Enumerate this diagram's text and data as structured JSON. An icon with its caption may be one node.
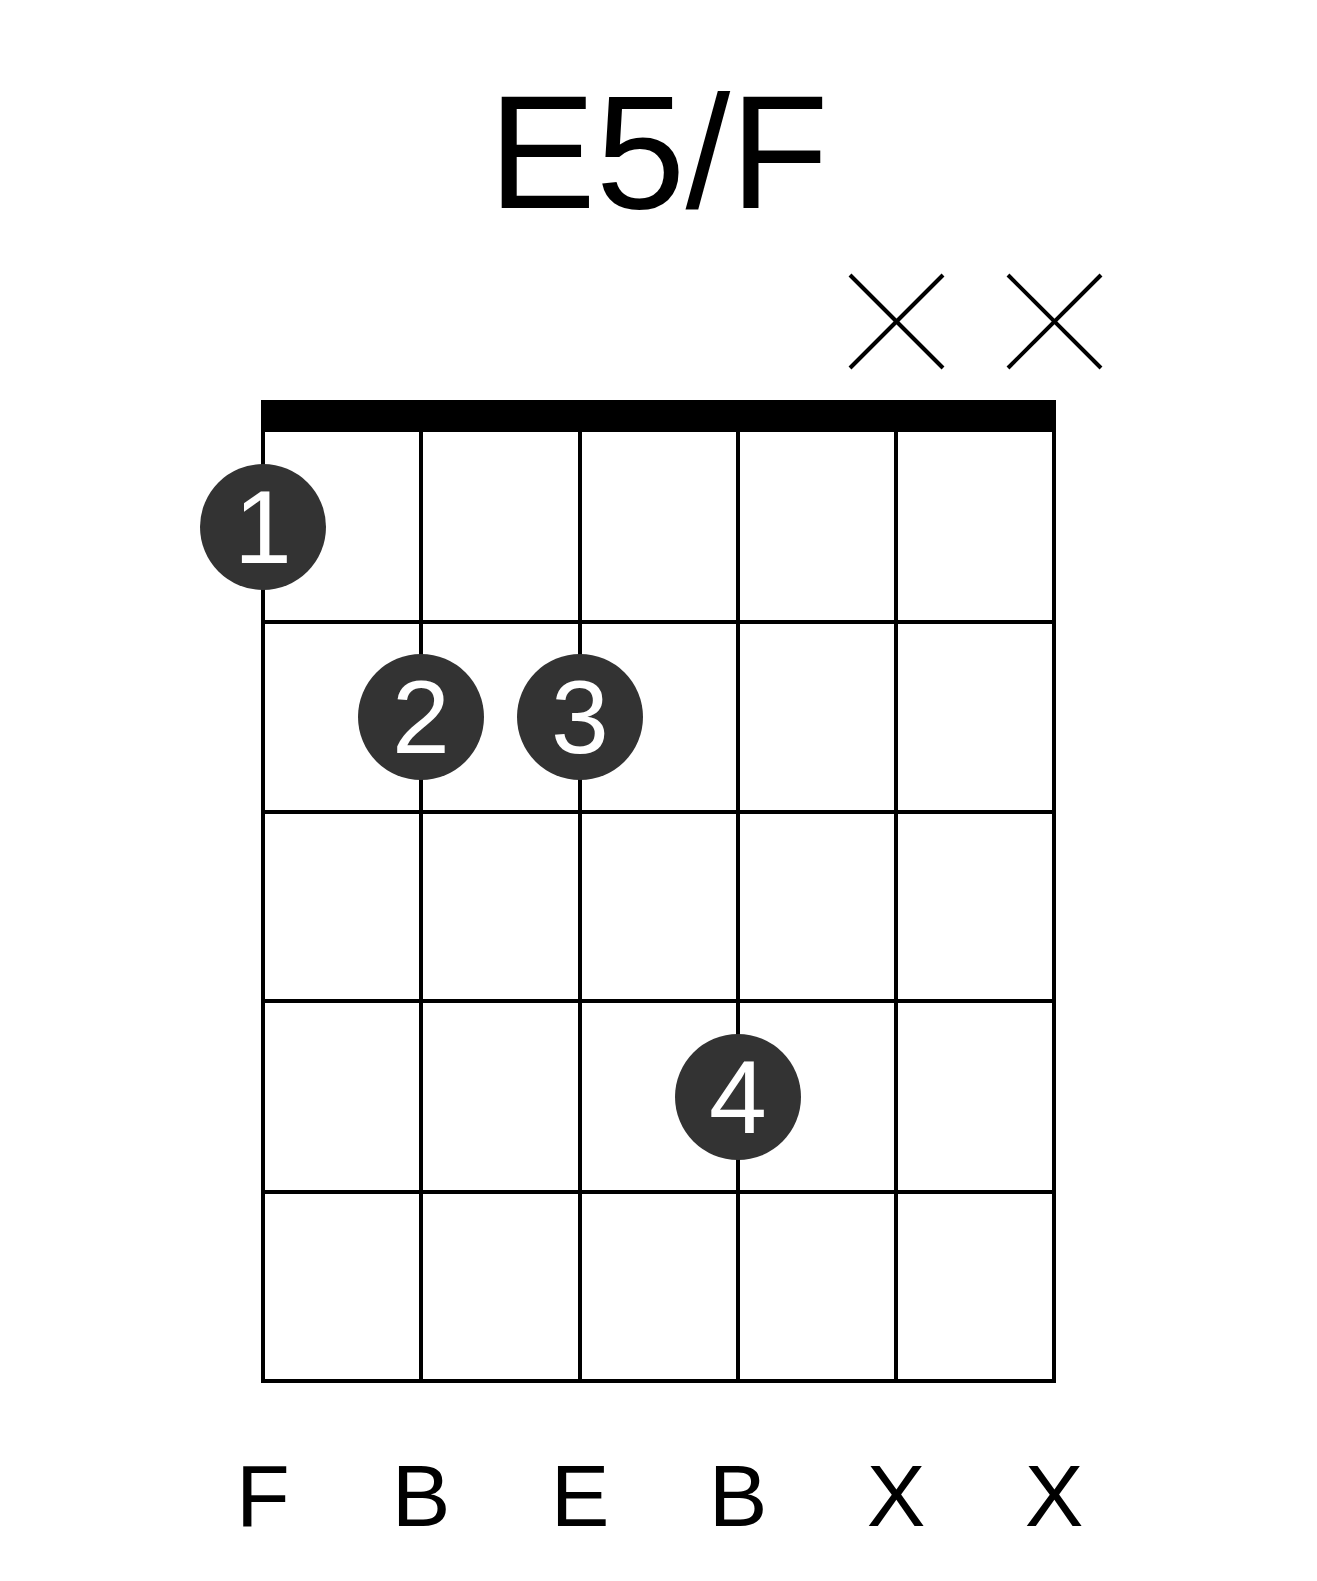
{
  "diagram": {
    "title": "E5/F",
    "nodes": [
      {
        "text": [
          "1"
        ]
      },
      {
        "text": [
          "2"
        ]
      },
      {
        "text": [
          "3"
        ]
      },
      {
        "text": [
          "4"
        ]
      }
    ],
    "labels": [
      "F",
      "B",
      "E",
      "B",
      "X",
      "X"
    ]
  }
}
